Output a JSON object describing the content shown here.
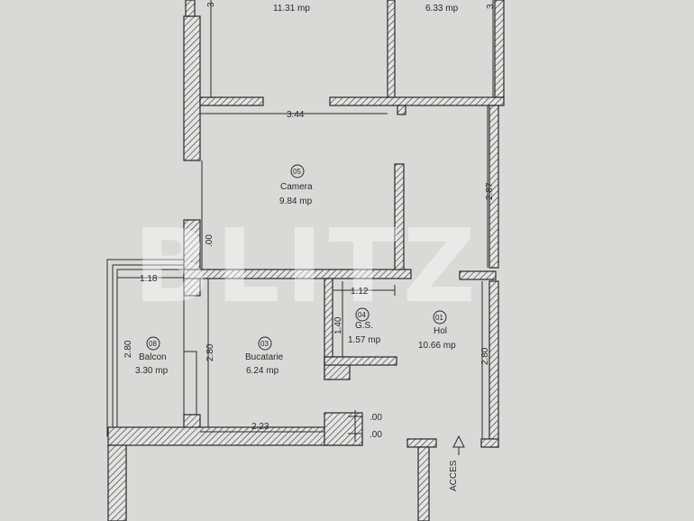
{
  "rooms": {
    "top_left_area": "11.31 mp",
    "top_right_area": "6.33 mp",
    "camera": {
      "num": "05",
      "name": "Camera",
      "area": "9.84 mp"
    },
    "gs": {
      "num": "04",
      "name": "G.S.",
      "area": "1.57 mp"
    },
    "hol": {
      "num": "01",
      "name": "Hol",
      "area": "10.66 mp"
    },
    "balcon": {
      "num": "08",
      "name": "Balcon",
      "area": "3.30 mp"
    },
    "bucatarie": {
      "num": "03",
      "name": "Bucatarie",
      "area": "6.24 mp"
    }
  },
  "dimensions": {
    "d_344": "3.44",
    "d_287": "2.87",
    "d_00_left": ".00",
    "d_118": "1.18",
    "d_112": "1.12",
    "d_140": "1.40",
    "d_280_balcon": "2.80",
    "d_280_kitchen": "2.80",
    "d_280_hol": "2.80",
    "d_223": "2.23",
    "d_00_a": ".00",
    "d_00_b": ".00",
    "d_top_left": "3",
    "d_top_right": "3"
  },
  "entrance_label": "ACCES",
  "watermark": "BLITZ"
}
